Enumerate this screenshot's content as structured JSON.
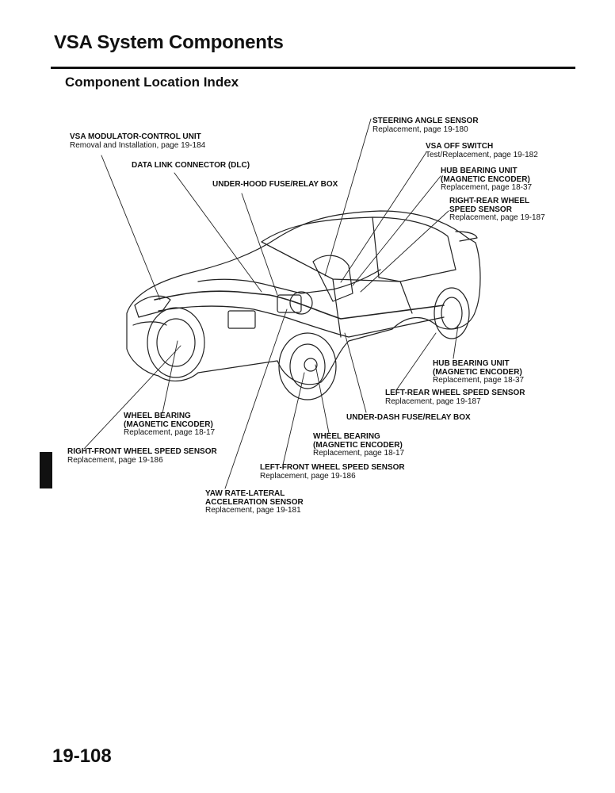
{
  "header": {
    "title": "VSA System Components",
    "subtitle": "Component Location Index"
  },
  "callouts": {
    "vsa_modulator": {
      "label": "VSA MODULATOR-CONTROL UNIT",
      "ref": "Removal and Installation, page 19-184"
    },
    "dlc": {
      "label": "DATA LINK CONNECTOR (DLC)"
    },
    "under_hood_box": {
      "label": "UNDER-HOOD FUSE/RELAY BOX"
    },
    "steering_angle": {
      "label": "STEERING ANGLE SENSOR",
      "ref": "Replacement, page 19-180"
    },
    "vsa_off_switch": {
      "label": "VSA OFF SWITCH",
      "ref": "Test/Replacement, page 19-182"
    },
    "hub_bearing_rear_right": {
      "label1": "HUB BEARING UNIT",
      "label2": "(MAGNETIC ENCODER)",
      "ref": "Replacement, page 18-37"
    },
    "right_rear_sensor": {
      "label1": "RIGHT-REAR WHEEL",
      "label2": "SPEED SENSOR",
      "ref": "Replacement, page 19-187"
    },
    "hub_bearing_rear_left": {
      "label1": "HUB BEARING UNIT",
      "label2": "(MAGNETIC ENCODER)",
      "ref": "Replacement, page 18-37"
    },
    "left_rear_sensor": {
      "label": "LEFT-REAR WHEEL SPEED SENSOR",
      "ref": "Replacement, page 19-187"
    },
    "under_dash_box": {
      "label": "UNDER-DASH FUSE/RELAY BOX"
    },
    "wheel_bearing_front_right": {
      "label1": "WHEEL BEARING",
      "label2": "(MAGNETIC ENCODER)",
      "ref": "Replacement, page 18-17"
    },
    "right_front_sensor": {
      "label": "RIGHT-FRONT WHEEL SPEED SENSOR",
      "ref": "Replacement, page 19-186"
    },
    "wheel_bearing_front_left": {
      "label1": "WHEEL BEARING",
      "label2": "(MAGNETIC ENCODER)",
      "ref": "Replacement, page 18-17"
    },
    "left_front_sensor": {
      "label": "LEFT-FRONT WHEEL SPEED SENSOR",
      "ref": "Replacement, page 19-186"
    },
    "yaw_rate": {
      "label1": "YAW RATE-LATERAL",
      "label2": "ACCELERATION SENSOR",
      "ref": "Replacement, page 19-181"
    }
  },
  "footer": {
    "page_number": "19-108"
  }
}
